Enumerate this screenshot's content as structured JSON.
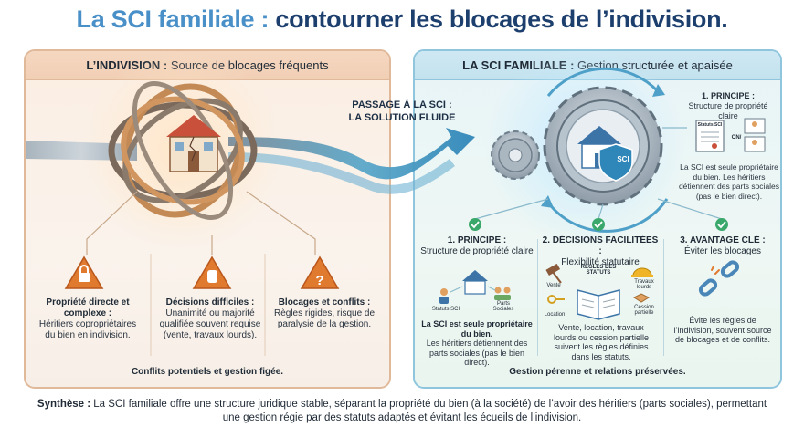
{
  "title": {
    "part1": "La SCI familiale :",
    "part2": "contourner les blocages de l’indivision."
  },
  "left": {
    "header_bold": "L’INDIVISION :",
    "header_rest": "Source de blocages fréquents",
    "items": [
      {
        "title": "Propriété directe et complexe :",
        "text": "Héritiers copropriétaires du bien en indivision.",
        "icon": "lock-icon"
      },
      {
        "title": "Décisions difficiles :",
        "text": "Unanimité ou majorité qualifiée souvent requise (vente, travaux lourds).",
        "icon": "hand-stop-icon"
      },
      {
        "title": "Blocages et conflits :",
        "text": "Règles rigides, risque de paralysie de la gestion.",
        "icon": "question-icon"
      }
    ],
    "footer": "Conflits potentiels et gestion figée."
  },
  "bridge": {
    "line1": "PASSAGE À LA SCI :",
    "line2": "LA SOLUTION FLUIDE"
  },
  "right": {
    "header_bold": "LA SCI FAMILIALE :",
    "header_rest": "Gestion structurée et apaisée",
    "gear_label": "SCI",
    "top_principle": {
      "title1": "1. PRINCIPE :",
      "title2": "Structure de propriété claire",
      "doc_label": "Statuts SCI",
      "on_label": "ON/",
      "text": "La SCI est seule propriétaire du bien. Les héritiers détiennent des parts sociales (pas le bien direct)."
    },
    "col1": {
      "title1": "1. PRINCIPE :",
      "title2": "Structure de propriété claire",
      "label_statuts": "Statuts SCI",
      "label_parts": "Parts Sociales",
      "text_bold": "La SCI est seule propriétaire du bien.",
      "text": "Les héritiers détiennent des parts sociales (pas le bien direct)."
    },
    "col2": {
      "title1": "2. DÉCISIONS FACILITÉES :",
      "title2": "Flexibilité statutaire",
      "book_label": "RÈGLES DES STATUTS",
      "label_vente": "Vente",
      "label_travaux": "Travaux lourds",
      "label_location": "Location",
      "label_cession": "Cession partielle",
      "text": "Vente, location, travaux lourds ou cession partielle suivent les règles définies dans les statuts."
    },
    "col3": {
      "title1": "3. AVANTAGE CLÉ :",
      "title2": "Éviter les blocages",
      "text": "Évite les règles de l’indivision, souvent source de blocages et de conflits."
    },
    "footer": "Gestion pérenne et relations préservées."
  },
  "synthese": {
    "label": "Synthèse :",
    "text": "La SCI familiale offre une structure juridique stable, séparant la propriété du bien (à la société) de l’avoir des héritiers (parts sociales), permettant une gestion régie par des statuts adaptés et évitant les écueils de l’indivision."
  },
  "colors": {
    "title_dark": "#1d3f6e",
    "title_accent": "#4a90c8",
    "left_border": "#e0b99a",
    "right_border": "#8fc6de",
    "warning": "#e07a2e",
    "check": "#3aa86a"
  }
}
